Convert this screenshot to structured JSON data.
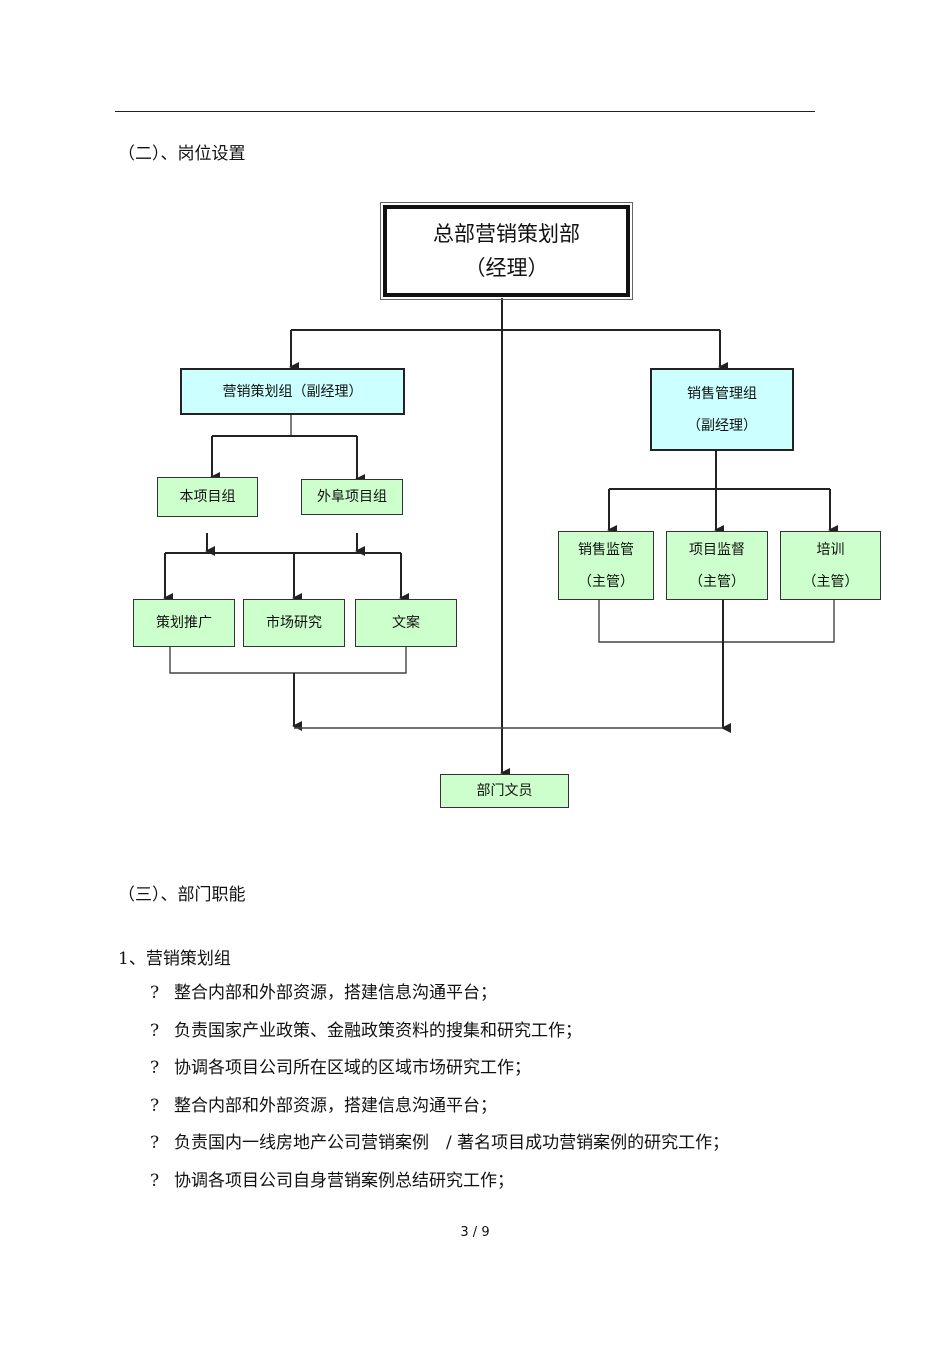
{
  "section2_title": "（二）、岗位设置",
  "org": {
    "top": {
      "line1": "总部营销策划部",
      "line2": "（经理）"
    },
    "left_group": "营销策划组（副经理）",
    "right_group": {
      "line1": "销售管理组",
      "line2": "（副经理）"
    },
    "sub_left_1": "本项目组",
    "sub_left_2": "外阜项目组",
    "leaf_left": [
      "策划推广",
      "市场研究",
      "文案"
    ],
    "leaf_right": [
      {
        "line1": "销售监管",
        "line2": "（主管）"
      },
      {
        "line1": "项目监督",
        "line2": "（主管）"
      },
      {
        "line1": "培训",
        "line2": "（主管）"
      }
    ],
    "clerk": "部门文员"
  },
  "section3_title": "（三）、部门职能",
  "sub1_title": "1、营销策划组",
  "bullet_mark": "?",
  "bullets": [
    "整合内部和外部资源，搭建信息沟通平台；",
    "负责国家产业政策、金融政策资料的搜集和研究工作；",
    "协调各项目公司所在区域的区域市场研究工作；",
    "整合内部和外部资源，搭建信息沟通平台；",
    "负责国内一线房地产公司营销案例　/ 著名项目成功营销案例的研究工作；",
    "协调各项目公司自身营销案例总结研究工作；"
  ],
  "page_number": "3 / 9"
}
